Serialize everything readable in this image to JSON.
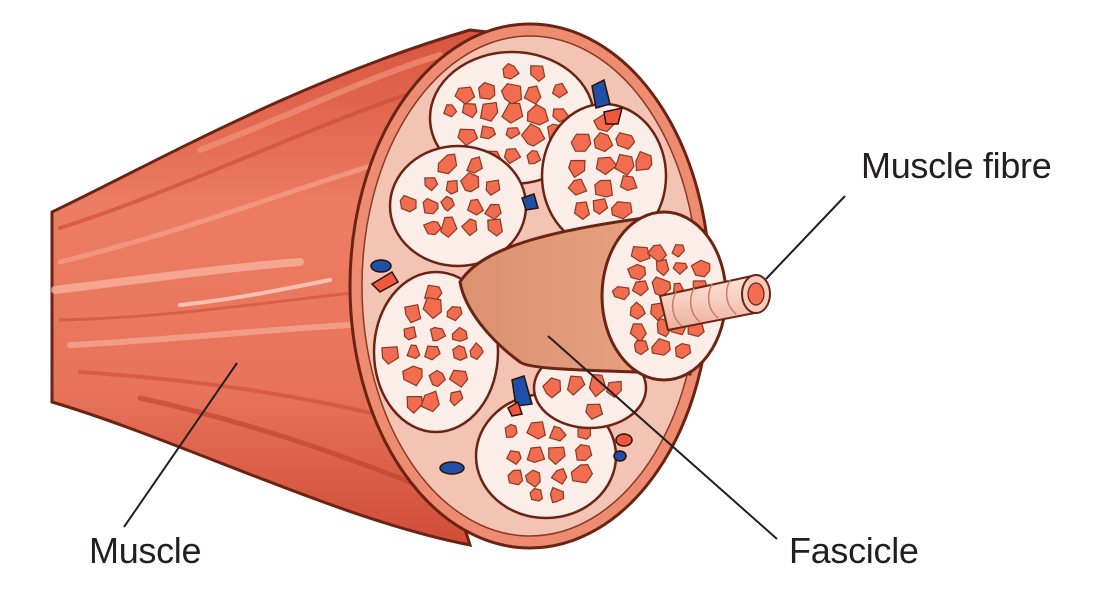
{
  "labels": {
    "muscle_fibre": "Muscle fibre",
    "muscle": "Muscle",
    "fascicle": "Fascicle"
  },
  "colors": {
    "muscle_outer": "#e8735a",
    "muscle_dark": "#c84a37",
    "muscle_outline": "#6b2414",
    "perimysium": "#f3c4b3",
    "fascicle_bg": "#fbeee9",
    "fibre_cell": "#f26c4f",
    "fascicle_tan": "#e39a78",
    "vein": "#1f4fa6",
    "artery": "#f1573a",
    "fibre_pale": "#f6cbbc",
    "leader_line": "#231f20"
  }
}
